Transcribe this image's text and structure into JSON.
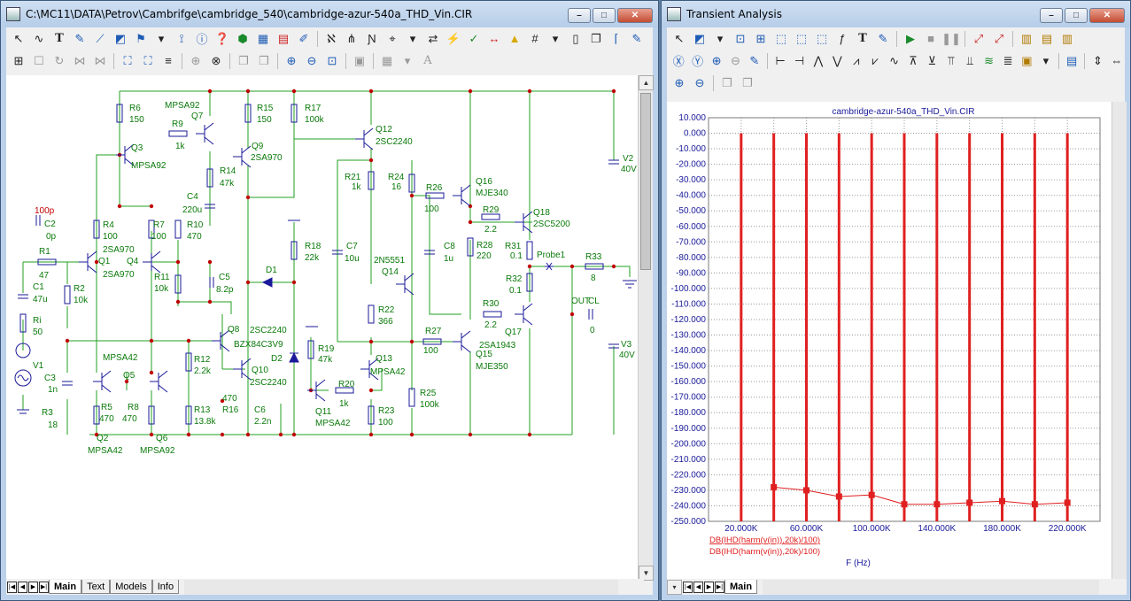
{
  "schematic_window": {
    "title": "C:\\MC11\\DATA\\Petrov\\Cambrifge\\cambridge_540\\cambridge-azur-540a_THD_Vin.CIR",
    "tabs": [
      "Main",
      "Text",
      "Models",
      "Info"
    ],
    "components": {
      "R6": "R6",
      "R6v": "150",
      "R9": "R9",
      "R9v": "1k",
      "Q7": "Q7",
      "Q7t": "MPSA92",
      "Q3": "Q3",
      "Q3t": "MPSA92",
      "R15": "R15",
      "R15v": "150",
      "R17": "R17",
      "R17v": "100k",
      "Q9": "Q9",
      "Q9t": "2SA970",
      "R14": "R14",
      "R14v": "47k",
      "Q12": "Q12",
      "Q12t": "2SC2240",
      "C4": "C4",
      "C4v": "220u",
      "R21": "R21",
      "R21v": "1k",
      "R24": "R24",
      "R24v": "16",
      "R26": "R26",
      "R26v": "100",
      "Q16": "Q16",
      "Q16t": "MJE340",
      "Cap100p": "100p",
      "C2": "C2",
      "C2v": "0p",
      "R4": "R4",
      "R4v": "100",
      "R7": "R7",
      "R7v": "100",
      "R10": "R10",
      "R10v": "470",
      "Q1t": "2SA970",
      "Q1": "Q1",
      "Q4": "Q4",
      "Q4t": "2SA970",
      "R1": "R1",
      "R1v": "47",
      "R2": "R2",
      "R2v": "10k",
      "C1": "C1",
      "C1v": "47u",
      "Ri": "Ri",
      "Riv": "50",
      "V1": "V1",
      "R11": "R11",
      "R11v": "10k",
      "C5": "C5",
      "C5v": "8.2p",
      "D1": "D1",
      "R18": "R18",
      "R18v": "22k",
      "C7": "C7",
      "C7v": "10u",
      "Q14t": "2N5551",
      "Q14": "Q14",
      "R22": "R22",
      "R22v": "366",
      "C8": "C8",
      "C8v": "1u",
      "R29": "R29",
      "R29v": "2.2",
      "R28": "R28",
      "R28v": "220",
      "R31": "R31",
      "R31v": "0.1",
      "Q18": "Q18",
      "Q18t": "2SC5200",
      "Probe": "Probe1",
      "R33": "R33",
      "R33v": "8",
      "R32": "R32",
      "R32v": "0.1",
      "R30": "R30",
      "R30v": "2.2",
      "Q17": "Q17",
      "Q17t": "2SA1943",
      "OUT": "OUT",
      "CL": "CL",
      "CLv": "0",
      "V2": "V2",
      "V2v": "40V",
      "V3": "V3",
      "V3v": "40V",
      "Q8": "Q8",
      "Q8t": "2SC2240",
      "D2t": "BZX84C3V9",
      "D2": "D2",
      "Q10": "Q10",
      "Q10t": "2SC2240",
      "R12": "R12",
      "R12v": "2.2k",
      "R13": "R13",
      "R13v": "13.8k",
      "R16": "R16",
      "R16v": "470",
      "C6": "C6",
      "C6v": "2.2n",
      "R19": "R19",
      "R19v": "47k",
      "Q13": "Q13",
      "Q13t": "MPSA42",
      "R20": "R20",
      "R20v": "1k",
      "Q11": "Q11",
      "Q11t": "MPSA42",
      "R23": "R23",
      "R23v": "100",
      "R27": "R27",
      "R27v": "100",
      "Q15": "Q15",
      "Q15t": "MJE350",
      "R25": "R25",
      "R25v": "100k",
      "C3": "C3",
      "C3v": "1n",
      "R3": "R3",
      "R3v": "18",
      "MPSA42a": "MPSA42",
      "Q5": "Q5",
      "R5": "R5",
      "R5v": "470",
      "R8": "R8",
      "R8v": "470",
      "Q2": "Q2",
      "Q2t": "MPSA42",
      "Q6": "Q6",
      "Q6t": "MPSA92"
    }
  },
  "plot_window": {
    "title": "Transient Analysis",
    "tabs": [
      "Main"
    ],
    "chart_data": {
      "type": "bar",
      "title": "cambridge-azur-540a_THD_Vin.CIR",
      "xlabel": "F (Hz)",
      "ylabel": "",
      "xlim": [
        0,
        240000
      ],
      "ylim": [
        -250,
        10
      ],
      "x_tick_labels": [
        "20.000K",
        "60.000K",
        "100.000K",
        "140.000K",
        "180.000K",
        "220.000K"
      ],
      "x_ticks": [
        20000,
        60000,
        100000,
        140000,
        180000,
        220000
      ],
      "y_tick_labels": [
        "10.000",
        "0.000",
        "-10.000",
        "-20.000",
        "-30.000",
        "-40.000",
        "-50.000",
        "-60.000",
        "-70.000",
        "-80.000",
        "-90.000",
        "-100.000",
        "-110.000",
        "-120.000",
        "-130.000",
        "-140.000",
        "-150.000",
        "-160.000",
        "-170.000",
        "-180.000",
        "-190.000",
        "-200.000",
        "-210.000",
        "-220.000",
        "-230.000",
        "-240.000",
        "-250.000"
      ],
      "series": [
        {
          "name": "DB(IHD(harm(v(in)),20k)/100)",
          "type": "bar",
          "color": "#e02020",
          "x": [
            20000,
            40000,
            60000,
            80000,
            100000,
            120000,
            140000,
            160000,
            180000,
            200000,
            220000
          ],
          "values": [
            0,
            0,
            0,
            0,
            0,
            0,
            0,
            0,
            0,
            0,
            0
          ]
        },
        {
          "name": "DB(IHD(harm(v(in)),20k)/100)",
          "type": "line",
          "color": "#e02020",
          "x": [
            40000,
            60000,
            80000,
            100000,
            120000,
            140000,
            160000,
            180000,
            200000,
            220000
          ],
          "values": [
            -228,
            -230,
            -234,
            -233,
            -239,
            -239,
            -238,
            -237,
            -239,
            -238
          ]
        }
      ]
    }
  }
}
